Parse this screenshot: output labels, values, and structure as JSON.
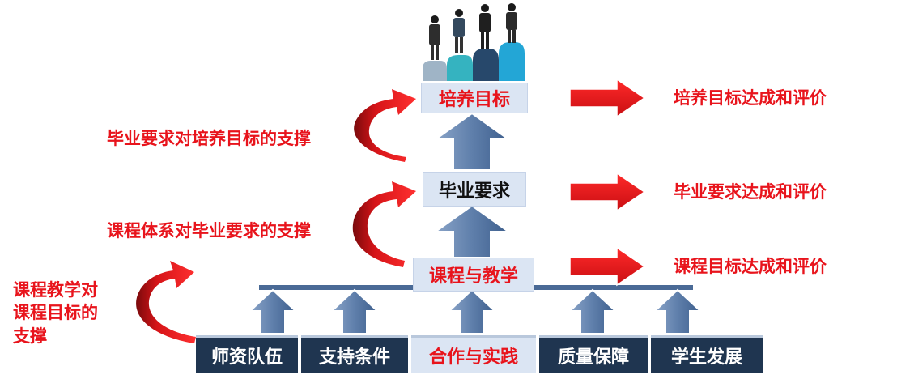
{
  "boxes": {
    "cultivation_objectives": "培养目标",
    "graduation_requirements": "毕业要求",
    "curriculum_teaching": "课程与教学"
  },
  "foundations": [
    "师资队伍",
    "支持条件",
    "合作与实践",
    "质量保障",
    "学生发展"
  ],
  "left_labels": {
    "req_support_objectives": "毕业要求对培养目标的支撑",
    "system_support_requirements": "课程体系对毕业要求的支撑",
    "teaching_support_line1": "课程教学对",
    "teaching_support_line2": "课程目标的",
    "teaching_support_line3": "支撑"
  },
  "right_labels": {
    "objectives_eval": "培养目标达成和评价",
    "requirements_eval": "毕业要求达成和评价",
    "course_eval": "课程目标达成和评价"
  },
  "colors": {
    "accent_red": "#e8141c",
    "arrow_blue": "#4a6a96",
    "dark_navy": "#1f3550",
    "pale_blue": "#dbe5f3"
  }
}
